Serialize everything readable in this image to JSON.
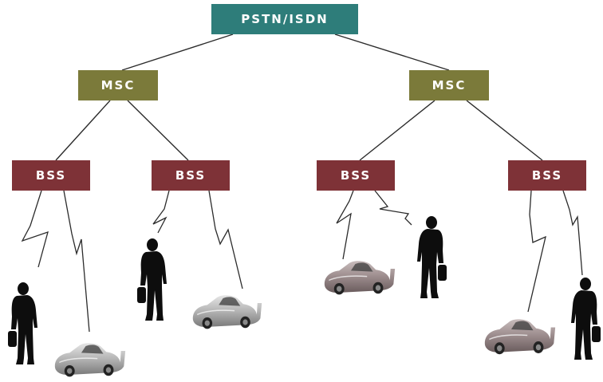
{
  "network": {
    "core": {
      "label": "PSTN/ISDN",
      "color": "#2e7d7a"
    },
    "msc": [
      {
        "label": "MSC",
        "color": "#7b7a3a"
      },
      {
        "label": "MSC",
        "color": "#7b7a3a"
      }
    ],
    "bss": [
      {
        "label": "BSS",
        "color": "#7e3237"
      },
      {
        "label": "BSS",
        "color": "#7e3237"
      },
      {
        "label": "BSS",
        "color": "#7e3237"
      },
      {
        "label": "BSS",
        "color": "#7e3237"
      }
    ]
  },
  "icons": {
    "mobile_user": "pedestrian-silhouette-icon",
    "vehicle": "car-icon"
  }
}
